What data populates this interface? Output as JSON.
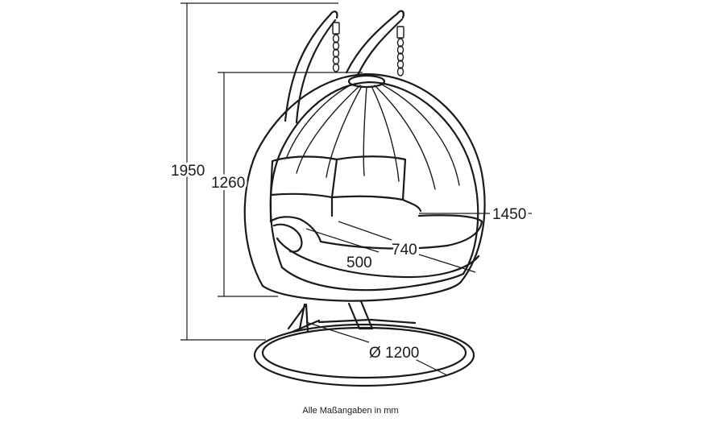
{
  "diagram": {
    "dimensions": {
      "total_height": "1950",
      "basket_height": "1260",
      "width": "1450",
      "seat_width": "740",
      "seat_depth": "500",
      "base_diameter": "Ø 1200"
    },
    "caption": "Alle Maßangaben in mm"
  }
}
